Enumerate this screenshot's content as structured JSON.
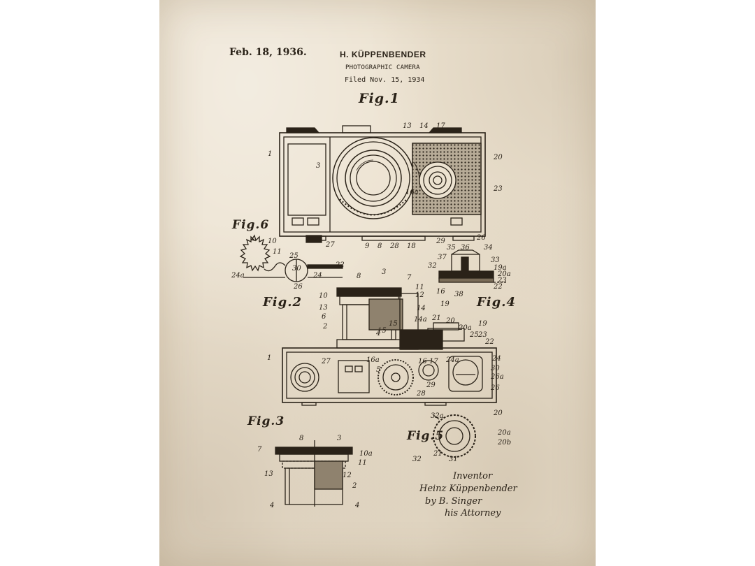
{
  "header": {
    "date": "Feb. 18, 1936.",
    "inventor_name": "H. KÜPPENBENDER",
    "title": "PHOTOGRAPHIC CAMERA",
    "filed": "Filed Nov. 15, 1934"
  },
  "figures": {
    "fig1": "Fig.1",
    "fig2": "Fig.2",
    "fig3": "Fig.3",
    "fig4": "Fig.4",
    "fig5": "Fig.5",
    "fig6": "Fig.6"
  },
  "signature": {
    "line1": "Inventor",
    "line2": "Heinz Küppenbender",
    "line3": "by  B. Singer",
    "line4": "his Attorney"
  },
  "refs": {
    "fig1": [
      "1",
      "3",
      "13",
      "14",
      "17",
      "20",
      "23",
      "16a",
      "9",
      "8",
      "28",
      "18",
      "29",
      "26",
      "27"
    ],
    "fig6": [
      "10",
      "11",
      "25",
      "30",
      "22",
      "24",
      "24a",
      "26"
    ],
    "fig4": [
      "35",
      "36",
      "34",
      "37",
      "32",
      "33",
      "19a",
      "20a",
      "23",
      "22",
      "16",
      "38",
      "19"
    ],
    "fig2": [
      "8",
      "3",
      "7",
      "10",
      "11",
      "12",
      "13",
      "14",
      "6",
      "2",
      "15",
      "4",
      "16a",
      "5",
      "14a",
      "21",
      "20",
      "20a",
      "19",
      "25",
      "23",
      "22",
      "24",
      "24a",
      "30",
      "26a",
      "26",
      "29",
      "28",
      "27",
      "1",
      "15",
      "16",
      "17"
    ],
    "fig3": [
      "8",
      "3",
      "7",
      "10a",
      "11",
      "13",
      "12",
      "2",
      "4",
      "4"
    ],
    "fig5": [
      "32a",
      "20",
      "20a",
      "20b",
      "21",
      "31",
      "32"
    ]
  },
  "colors": {
    "paper": "#ece2d0",
    "ink": "#2a2218"
  }
}
